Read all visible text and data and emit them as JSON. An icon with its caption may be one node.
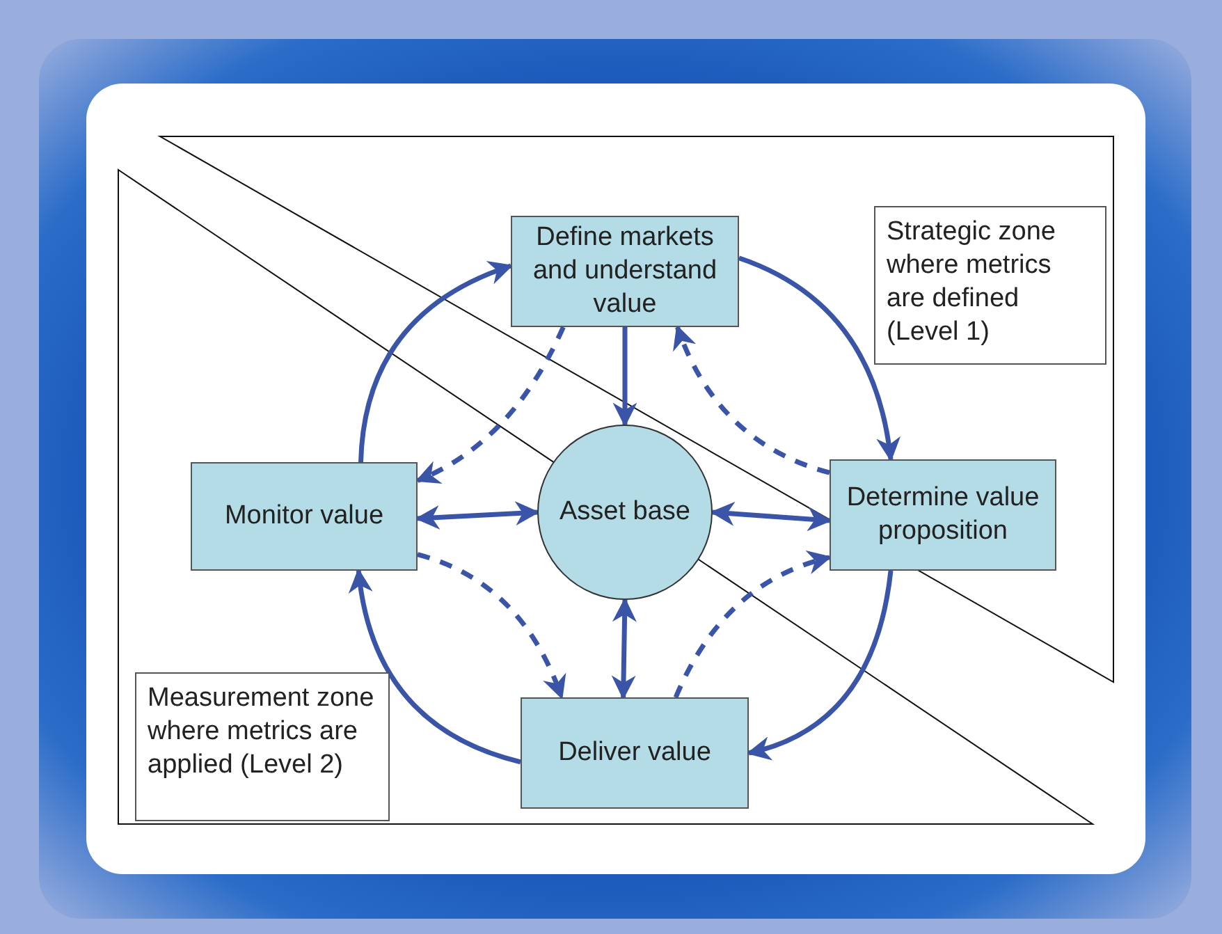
{
  "diagram": {
    "nodes": [
      {
        "text": [
          "Define markets and understand value"
        ]
      },
      {
        "text": [
          "Monitor value"
        ]
      },
      {
        "text": [
          "Asset base"
        ]
      },
      {
        "text": [
          "Determine value proposition"
        ]
      },
      {
        "text": [
          "Deliver value"
        ]
      },
      {
        "text": [
          "Strategic zone where metrics are defined (Level 1)"
        ]
      },
      {
        "text": [
          "Measurement zone where metrics are applied (Level 2)"
        ]
      }
    ],
    "edges": [
      {
        "from": 1,
        "to": 0,
        "arrow": "to"
      },
      {
        "from": 0,
        "to": 3,
        "arrow": "to"
      },
      {
        "from": 3,
        "to": 4,
        "arrow": "to"
      },
      {
        "from": 4,
        "to": 1,
        "arrow": "to"
      },
      {
        "from": 0,
        "to": 2,
        "arrow": "to"
      },
      {
        "from": 1,
        "to": 2,
        "arrow": "both"
      },
      {
        "from": 2,
        "to": 3,
        "arrow": "both"
      },
      {
        "from": 2,
        "to": 4,
        "arrow": "both"
      },
      {
        "from": 0,
        "to": 1,
        "arrow": "to",
        "style": "dashed"
      },
      {
        "from": 3,
        "to": 0,
        "arrow": "to",
        "style": "dashed"
      },
      {
        "from": 1,
        "to": 4,
        "arrow": "to",
        "style": "dashed"
      },
      {
        "from": 4,
        "to": 3,
        "arrow": "to",
        "style": "dashed"
      }
    ]
  }
}
